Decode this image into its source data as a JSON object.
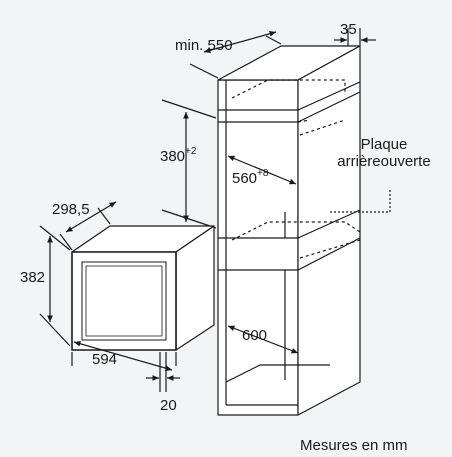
{
  "dimensions": {
    "cabinet_depth": "min. 550",
    "side_wall": "35",
    "niche_height": {
      "value": "380",
      "tolerance": "+2"
    },
    "niche_width": {
      "value": "560",
      "tolerance": "+8"
    },
    "niche_depth": "600",
    "appliance_depth": "298,5",
    "appliance_height": "382",
    "appliance_width": "594",
    "front_gap": "20"
  },
  "notes": {
    "plaque_line1": "Plaque",
    "plaque_line2": "arrièreouverte"
  },
  "footer": {
    "units": "Mesures en mm"
  },
  "colors": {
    "background": "#f2f4f5",
    "line": "#1a1a1a",
    "appliance_fill": "#ffffff"
  }
}
